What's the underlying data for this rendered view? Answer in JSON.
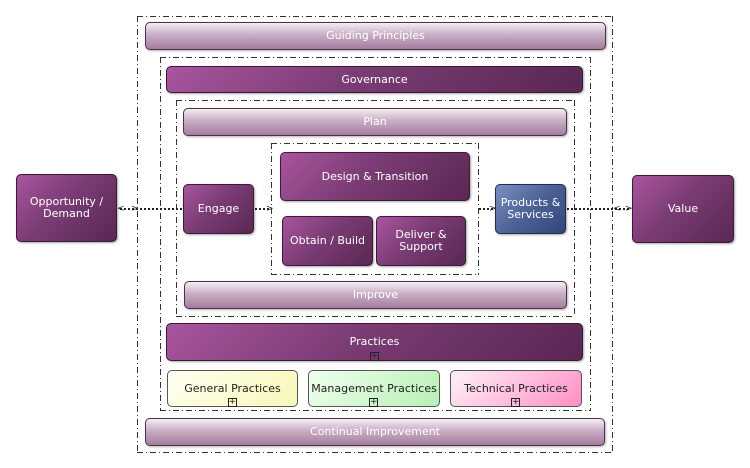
{
  "diagram": {
    "guiding_principles": "Guiding Principles",
    "governance": "Governance",
    "plan": "Plan",
    "engage": "Engage",
    "design_transition": "Design & Transition",
    "obtain_build": "Obtain / Build",
    "deliver_support": "Deliver & Support",
    "products_services": "Products & Services",
    "improve": "Improve",
    "practices": "Practices",
    "general_practices": "General Practices",
    "management_practices": "Management Practices",
    "technical_practices": "Technical Practices",
    "continual_improvement": "Continual Improvement",
    "opportunity_demand": "Opportunity / Demand",
    "value": "Value",
    "expand_symbol": "+"
  },
  "colors": {
    "dark_purple": "#7a3c74",
    "light_mauve": "#c9aec5",
    "blue": "#4d6196",
    "general_fill": "#fdfcd0",
    "management_fill": "#cdf5c9",
    "technical_fill": "#ff9ccb"
  }
}
